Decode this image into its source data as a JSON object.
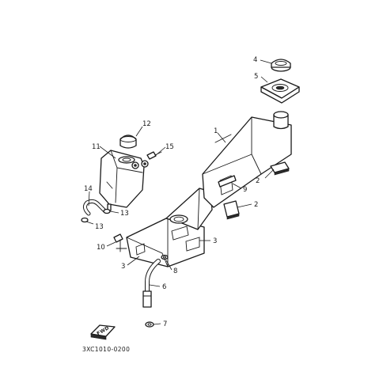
{
  "callouts": {
    "c1": "1",
    "c2a": "2",
    "c2b": "2",
    "c3a": "3",
    "c3b": "3",
    "c4": "4",
    "c5": "5",
    "c6": "6",
    "c7": "7",
    "c8": "8",
    "c9": "9",
    "c10": "10",
    "c11": "11",
    "c12": "12",
    "c13a": "13",
    "c13b": "13",
    "c14": "14",
    "c15": "15"
  },
  "direction_marker": "FWD",
  "diagram_code": "3XC1010-0200"
}
